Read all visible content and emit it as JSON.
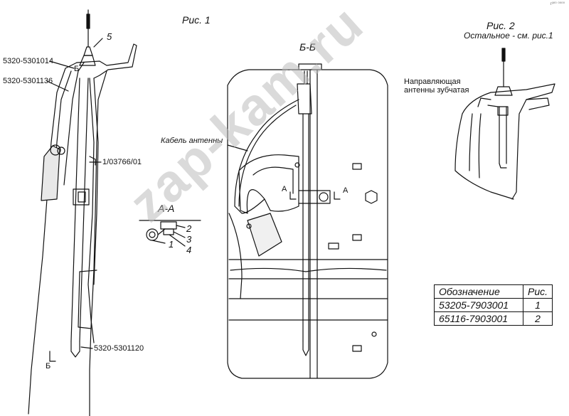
{
  "corner_mark": "г³⁰⁰ ⁰⁰⁰⁰",
  "watermark": "zap-kam.ru",
  "fig1": {
    "title": "Рис. 1",
    "labels": {
      "part_5320_5301014": "5320-5301014",
      "part_5320_5301136": "5320-5301136",
      "part_1_03766_01": "1/03766/01",
      "part_5320_5301120": "5320-5301120",
      "pos_5": "5",
      "section_mark_b_top": "Б",
      "section_mark_b_bottom": "Б"
    }
  },
  "section_aa": {
    "title": "А-А",
    "pos_1": "1",
    "pos_2": "2",
    "pos_3": "3",
    "pos_4": "4"
  },
  "section_bb": {
    "title": "Б-Б",
    "cable_label": "Кабель антенны",
    "mark_a_left": "А",
    "mark_a_right": "А"
  },
  "fig2": {
    "title": "Рис. 2",
    "subtitle": "Остальное - см. рис.1",
    "guide_label_line1": "Направляющая",
    "guide_label_line2": "антенны зубчатая"
  },
  "spec_table": {
    "header": {
      "designation": "Обозначение",
      "figure": "Рис."
    },
    "rows": [
      {
        "designation": "53205-7903001",
        "figure": "1"
      },
      {
        "designation": "65116-7903001",
        "figure": "2"
      }
    ]
  }
}
